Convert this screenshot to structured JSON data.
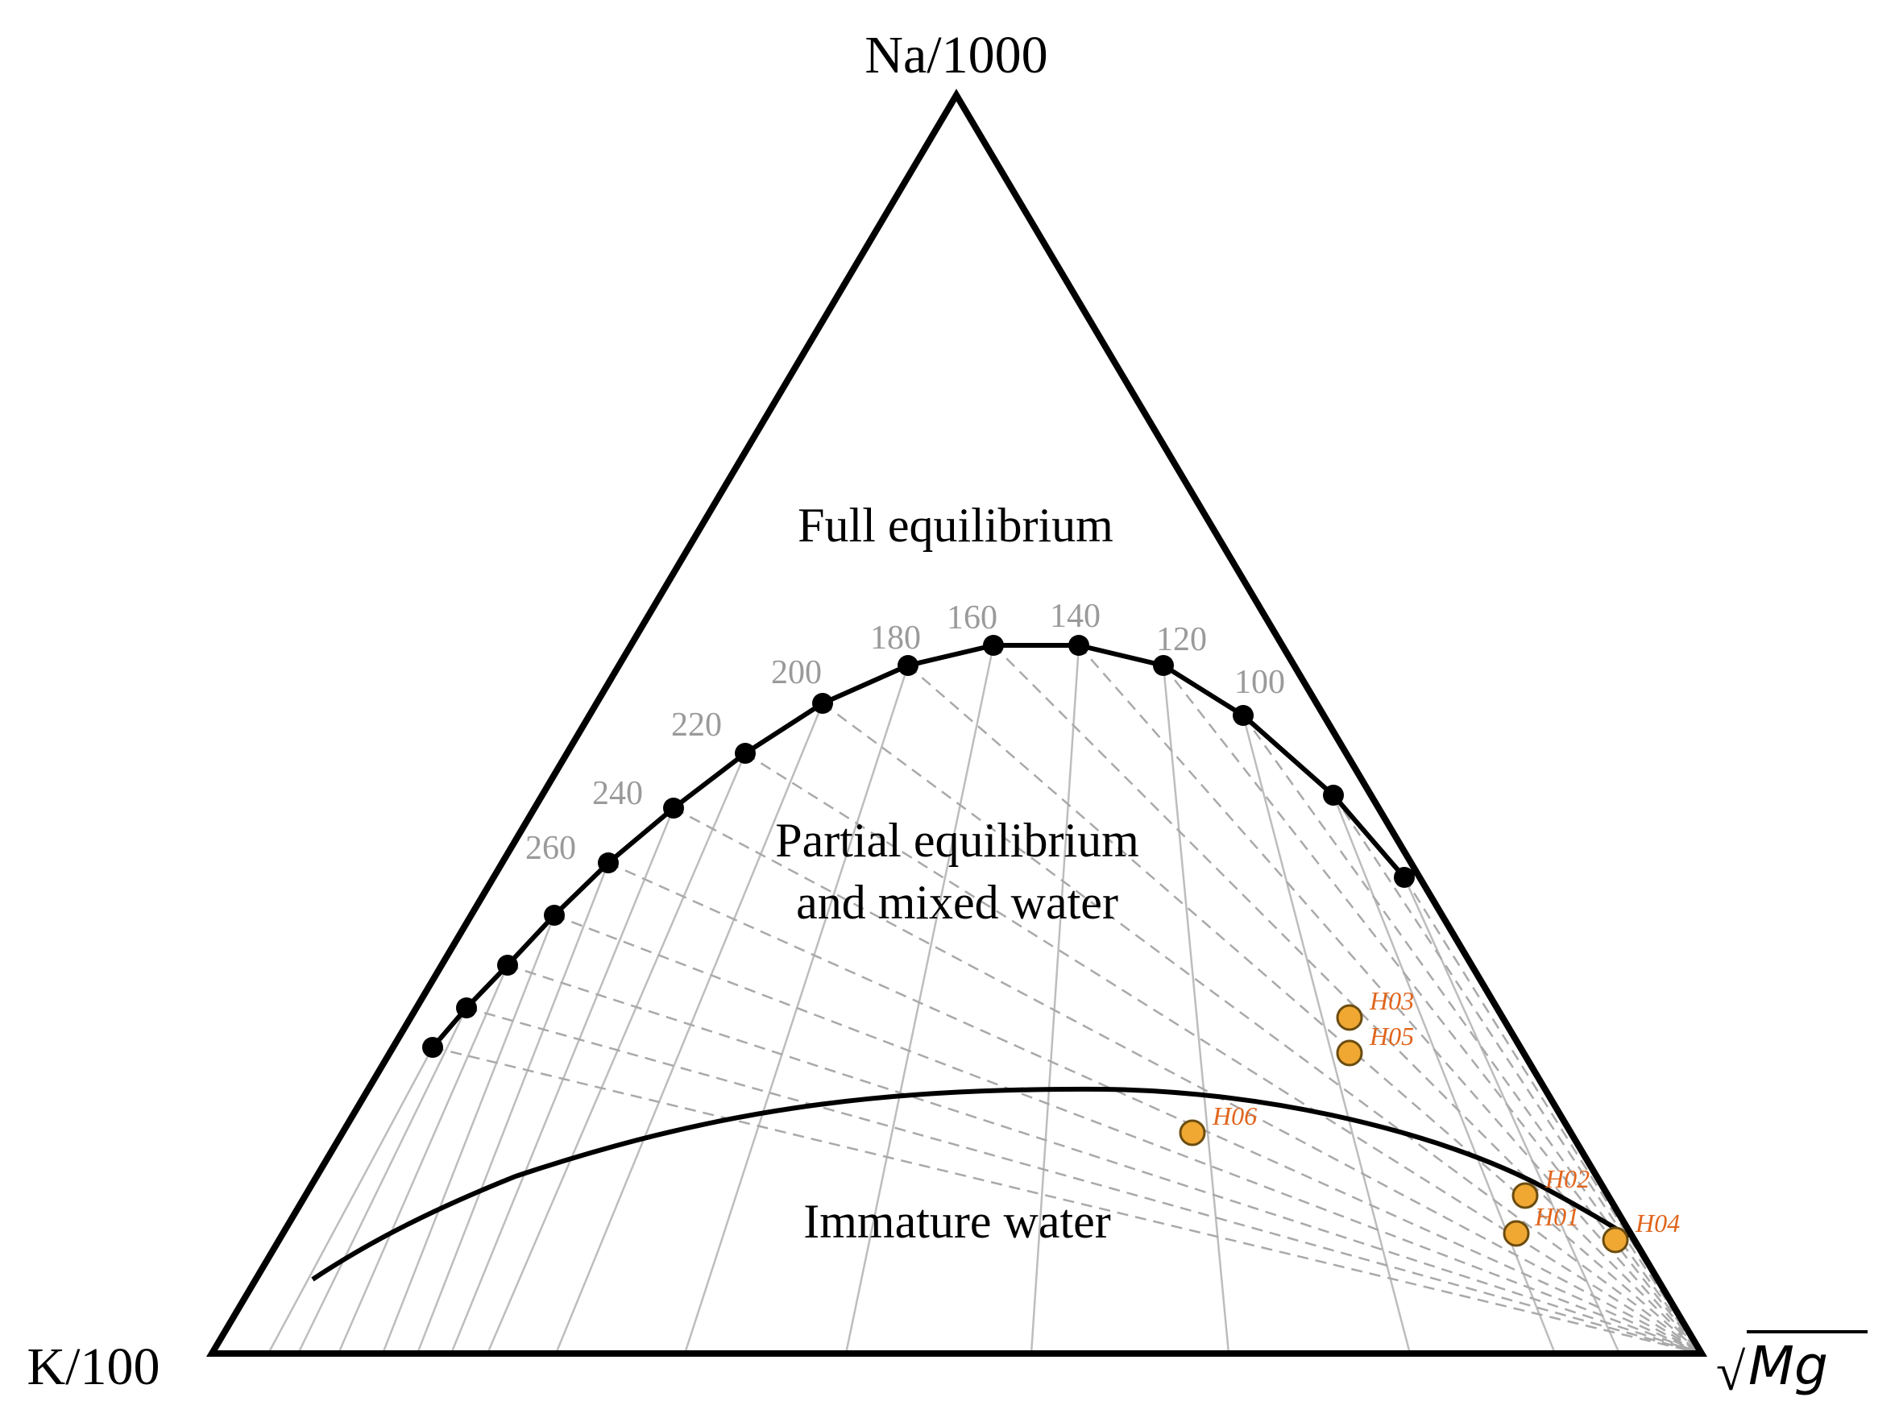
{
  "colors": {
    "axis": "#000000",
    "solid_grid": "#bdbdbd",
    "dashed_grid": "#a9a9a9",
    "tick_text": "#9a9a9a",
    "sample_fill": "#f0a833",
    "sample_stroke": "#6b4c10",
    "sample_text": "#e0651d"
  },
  "apex_labels": {
    "top": "Na/1000",
    "left": "K/100",
    "right_radical": "√",
    "right_text": "Mg"
  },
  "regions": {
    "full": "Full equilibrium",
    "partial_line1": "Partial equilibrium",
    "partial_line2": "and mixed water",
    "immature": "Immature water"
  },
  "chart_data": {
    "type": "ternary",
    "components": [
      "Na/1000",
      "K/100",
      "√Mg"
    ],
    "temperature_ticks": [
      "100",
      "120",
      "140",
      "160",
      "180",
      "200",
      "220",
      "240",
      "260"
    ],
    "samples": [
      {
        "name": "H01"
      },
      {
        "name": "H02"
      },
      {
        "name": "H03"
      },
      {
        "name": "H04"
      },
      {
        "name": "H05"
      },
      {
        "name": "H06"
      }
    ]
  }
}
